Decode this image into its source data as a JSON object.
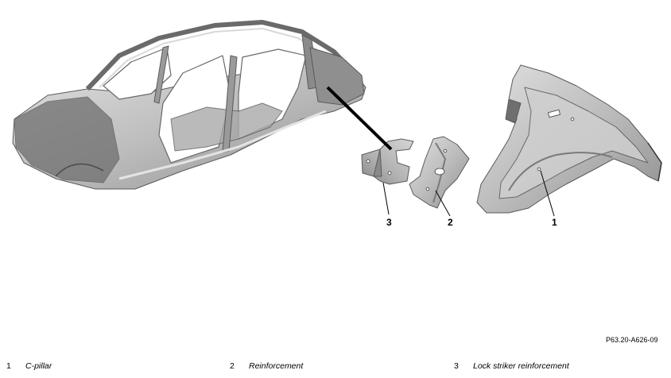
{
  "callouts": [
    {
      "number": "1"
    },
    {
      "number": "2"
    },
    {
      "number": "3"
    }
  ],
  "reference_code": "P63.20-A626-09",
  "legend": [
    {
      "number": "1",
      "label": "C-pillar"
    },
    {
      "number": "2",
      "label": "Reinforcement"
    },
    {
      "number": "3",
      "label": "Lock striker reinforcement"
    }
  ],
  "colors": {
    "part_fill": "#bcbcbc",
    "part_dark": "#8e8e8e",
    "part_light": "#d9d9d9",
    "outline": "#5a5a5a",
    "leader": "#000000"
  }
}
